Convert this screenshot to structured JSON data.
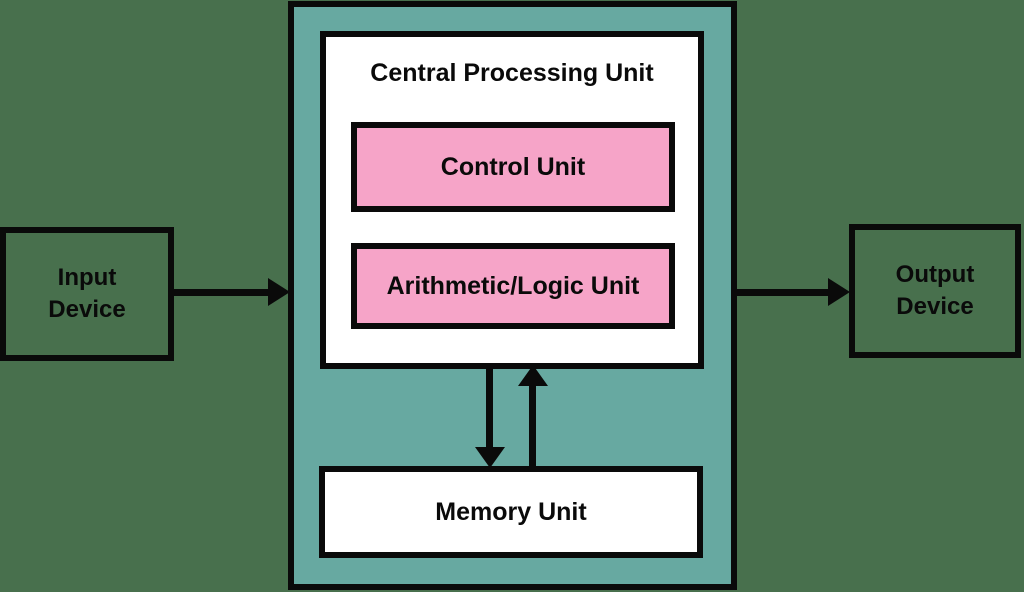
{
  "diagram": {
    "type": "block-diagram",
    "subject": "computer-architecture",
    "colors": {
      "background": "#48704D",
      "cpu_fill": "#67A9A1",
      "unit_fill": "#F6A4C8",
      "box_fill": "#FFFFFF",
      "line": "#0A0A0A"
    },
    "nodes": {
      "input_device": {
        "label_line1": "Input",
        "label_line2": "Device"
      },
      "output_device": {
        "label_line1": "Output",
        "label_line2": "Device"
      },
      "cpu": {
        "title": "Central Processing Unit"
      },
      "control_unit": {
        "label": "Control Unit"
      },
      "alu": {
        "label": "Arithmetic/Logic Unit"
      },
      "memory_unit": {
        "label": "Memory Unit"
      }
    },
    "edges": [
      {
        "from": "input_device",
        "to": "cpu"
      },
      {
        "from": "cpu",
        "to": "output_device"
      },
      {
        "from": "cpu",
        "to": "memory_unit"
      },
      {
        "from": "memory_unit",
        "to": "cpu"
      }
    ]
  }
}
